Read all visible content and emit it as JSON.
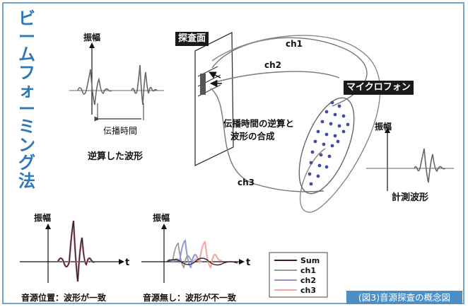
{
  "title_chars": [
    "ビ",
    "ー",
    "ム",
    "フ",
    "ォ",
    "ー",
    "ミ",
    "ン",
    "グ",
    "法"
  ],
  "labels": {
    "amplitude": "振幅",
    "propagation_time": "伝播時間",
    "reversed_waveform": "逆算した波形",
    "search_plane": "探査面",
    "microphone": "マイクロフォン",
    "reverse_and_combine_line1": "伝播時間の逆算と",
    "reverse_and_combine_line2": "波形の合成",
    "measured_waveform": "計測波形",
    "source_present": "音源位置：波形が一致",
    "source_absent": "音源無し：波形が不一致",
    "t_axis": "t"
  },
  "channels": {
    "ch1": "ch1",
    "ch2": "ch2",
    "ch3": "ch3"
  },
  "legend": {
    "sum": "Sum",
    "ch1": "ch1",
    "ch2": "ch2",
    "ch3": "ch3"
  },
  "colors": {
    "title_blue": "#2f78b8",
    "caption_bg": "#4c8fc7",
    "sum": "#3a2020",
    "ch1": "#999999",
    "ch2": "#8f95d6",
    "ch3": "#f3a9a0"
  },
  "caption": "(図3)音源探査の概念図"
}
